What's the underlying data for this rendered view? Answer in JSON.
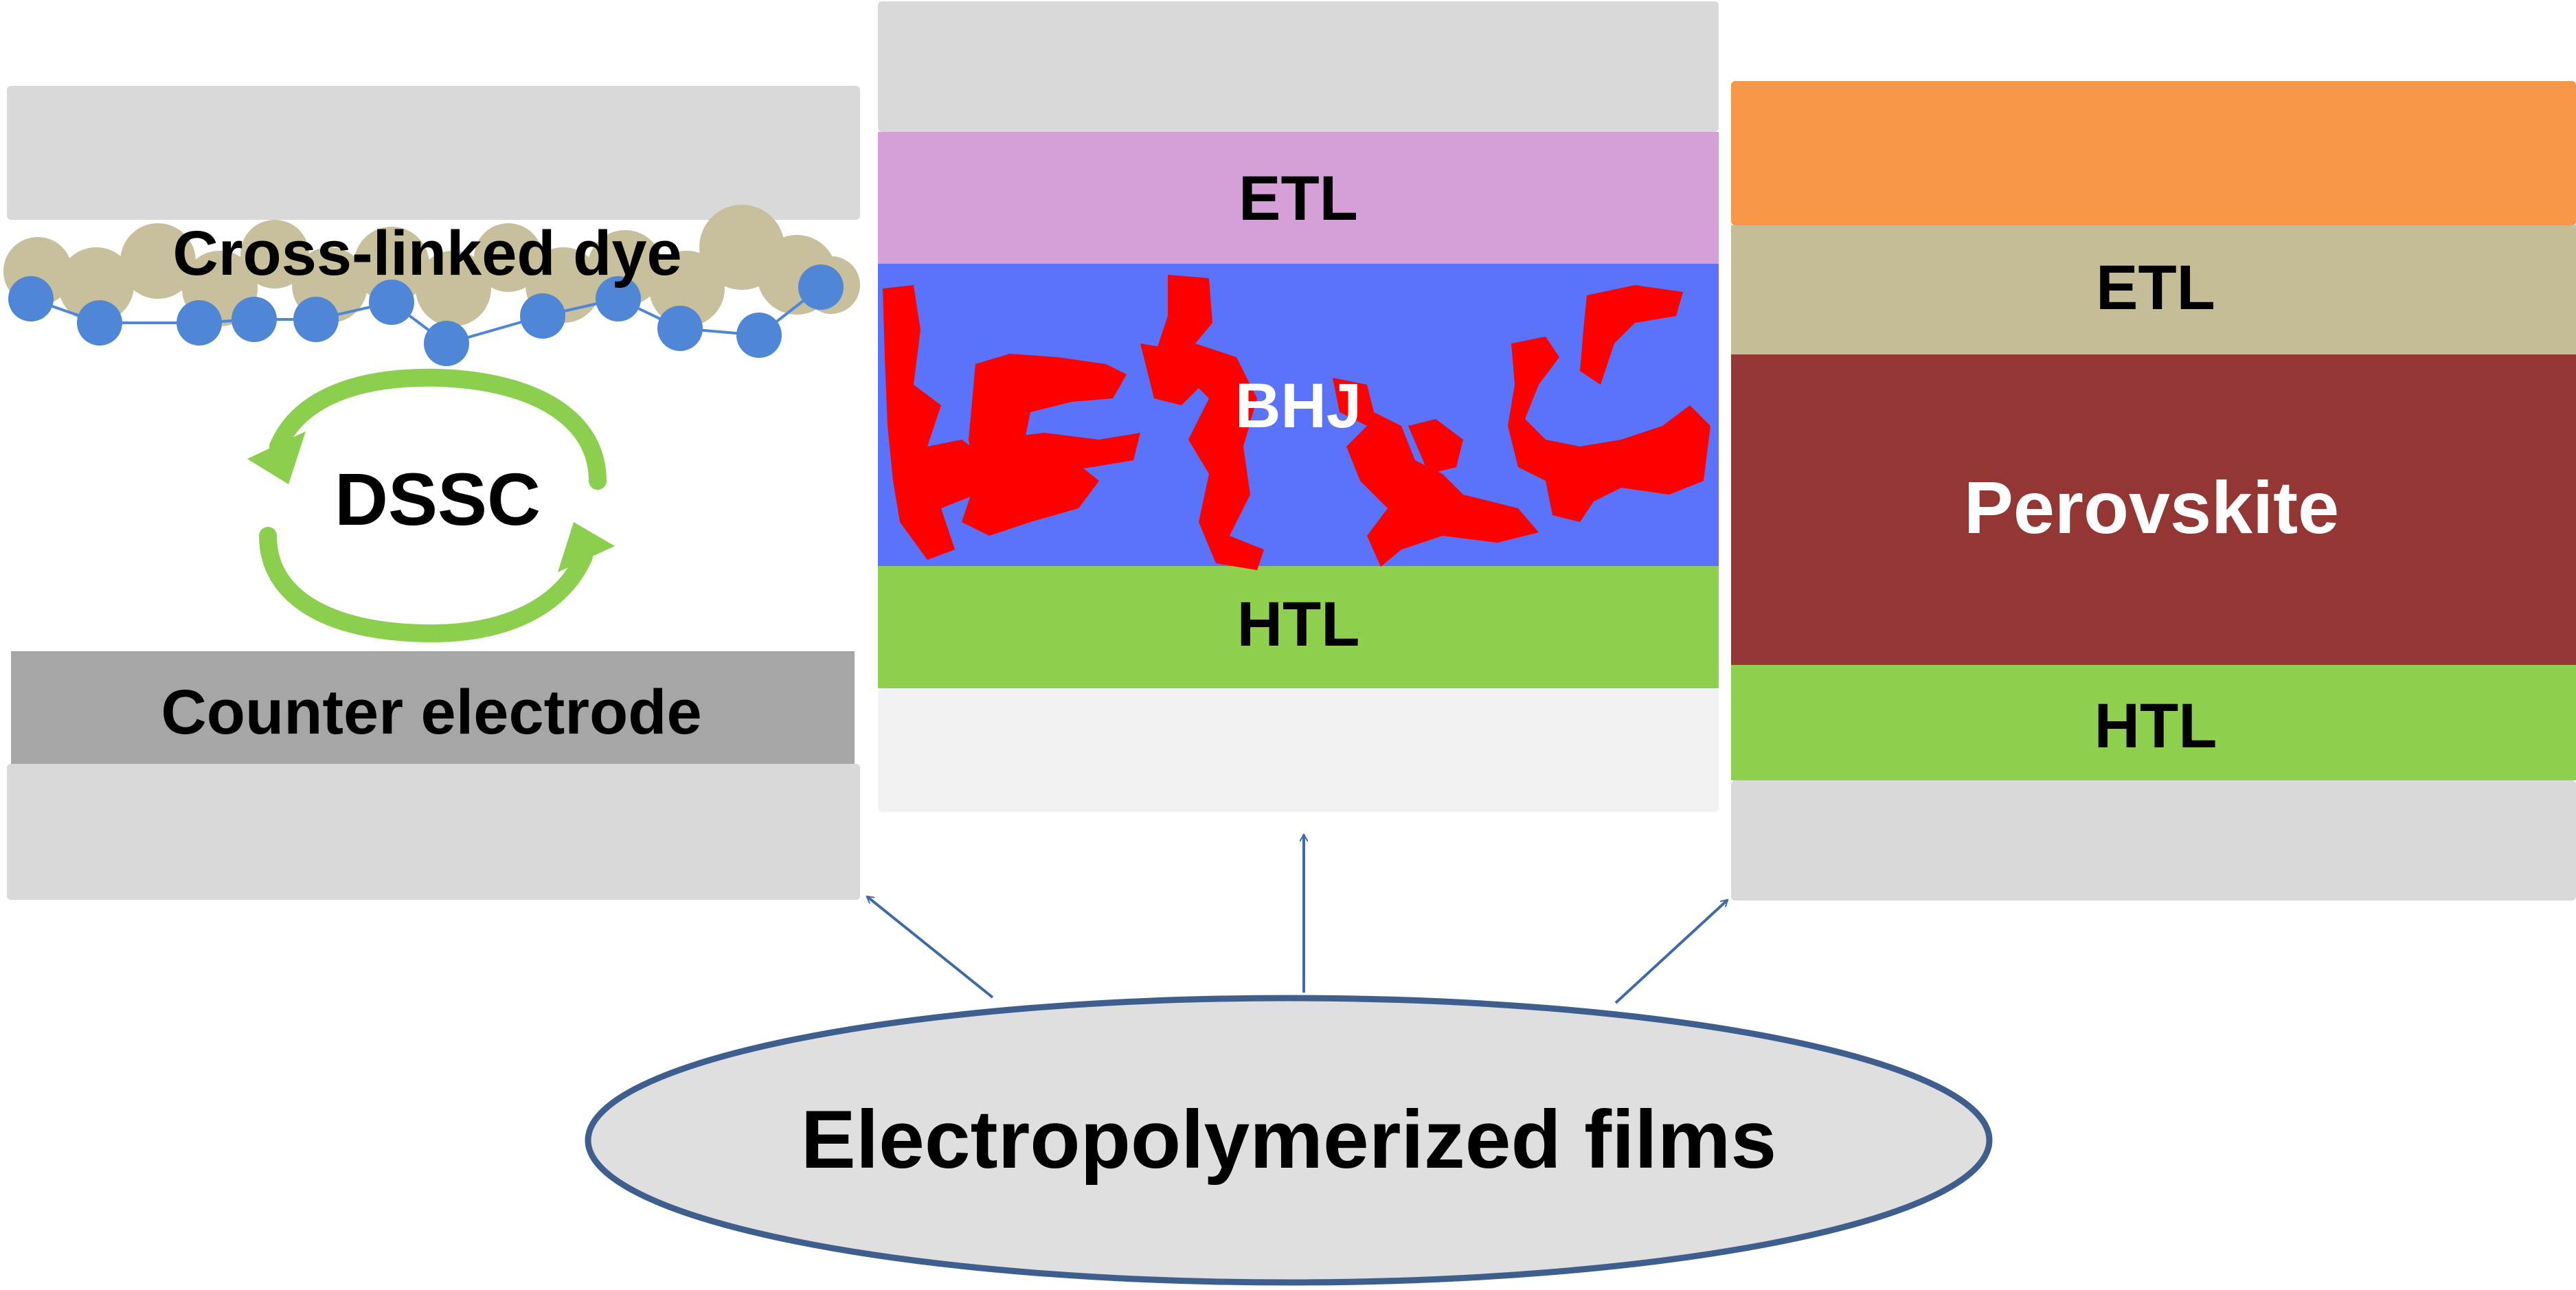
{
  "dssc": {
    "dye_label": "Cross-linked dye",
    "cell_label": "DSSC",
    "counter_label": "Counter electrode",
    "dye_color": "#c8bf9c",
    "node_color": "#4f86d6",
    "cycle_arrow_color": "#8ccf4f"
  },
  "bhj_cell": {
    "etl_label": "ETL",
    "active_label": "BHJ",
    "htl_label": "HTL",
    "etl_color": "#d59fd8",
    "active_color": "#5b72fa",
    "donor_color": "#ff0000",
    "htl_color": "#90d050"
  },
  "perovskite_cell": {
    "top_color": "#f79646",
    "etl_label": "ETL",
    "etl_color": "#c4bd97",
    "absorber_label": "Perovskite",
    "absorber_color": "#943634",
    "htl_label": "HTL",
    "htl_color": "#90d050"
  },
  "source": {
    "label": "Electropolymerized films",
    "fill_color": "#dfdfdf",
    "stroke_color": "#3e5e8e"
  }
}
